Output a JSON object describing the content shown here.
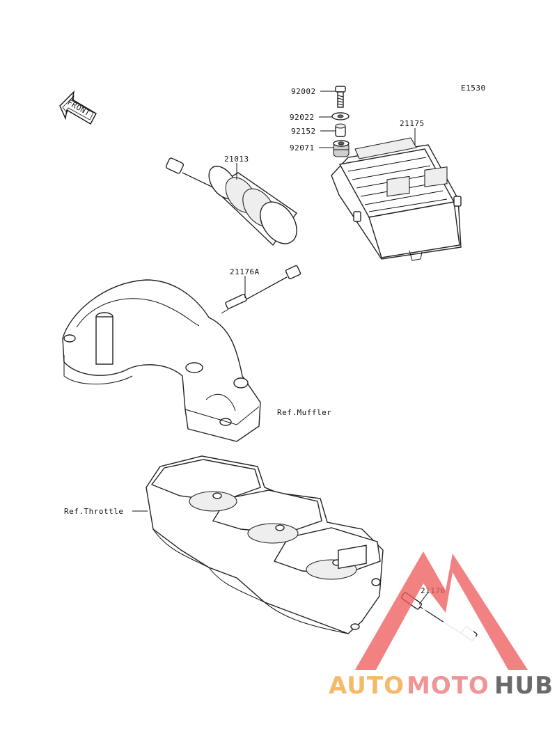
{
  "diagram": {
    "code": "E1530",
    "front_label": "FRONT",
    "refs": {
      "muffler": "Ref.Muffler",
      "throttle": "Ref.Throttle"
    },
    "parts": [
      {
        "id": "p92002",
        "number": "92002"
      },
      {
        "id": "p92022",
        "number": "92022"
      },
      {
        "id": "p92152",
        "number": "92152"
      },
      {
        "id": "p92071",
        "number": "92071"
      },
      {
        "id": "p21175",
        "number": "21175"
      },
      {
        "id": "p21013",
        "number": "21013"
      },
      {
        "id": "p21176A",
        "number": "21176A"
      },
      {
        "id": "p21176",
        "number": "21176"
      }
    ]
  },
  "watermark": {
    "part1": "AUTO",
    "part2": "MOTO",
    "part3": "HUB",
    "colors": {
      "auto": "#f5b25a",
      "moto": "#ef8a8a",
      "hub": "#5a5a5a",
      "triangle": "#ef5a5a"
    }
  }
}
